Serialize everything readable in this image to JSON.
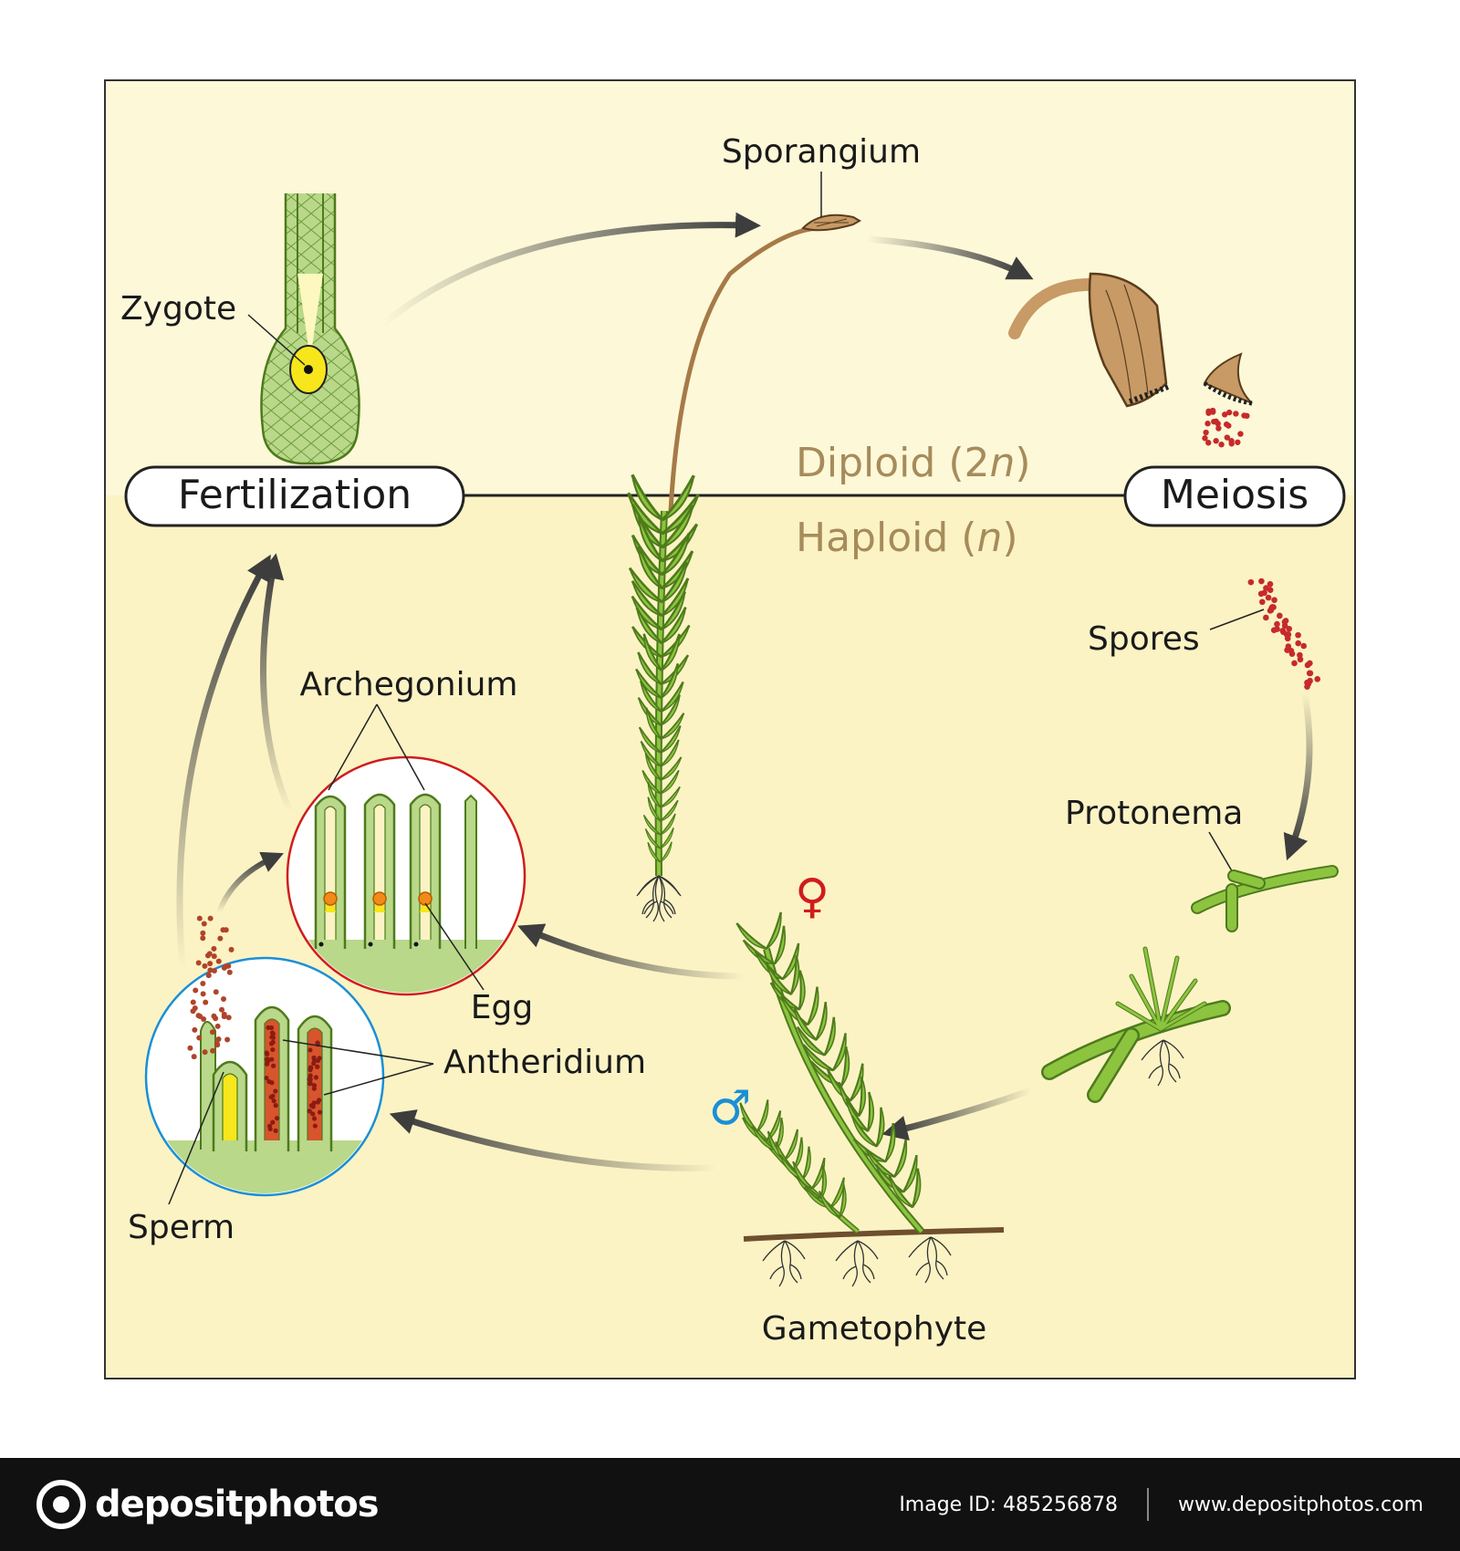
{
  "labels": {
    "sporangium": "Sporangium",
    "zygote": "Zygote",
    "fertilization": "Fertilization",
    "meiosis": "Meiosis",
    "diploid_prefix": "Diploid (2",
    "diploid_n": "n",
    "diploid_suffix": ")",
    "haploid_prefix": "Haploid (",
    "haploid_n": "n",
    "haploid_suffix": ")",
    "spores": "Spores",
    "protonema": "Protonema",
    "archegonium": "Archegonium",
    "egg": "Egg",
    "antheridium": "Antheridium",
    "sperm": "Sperm",
    "gametophyte": "Gametophyte",
    "female_symbol": "♀",
    "male_symbol": "♂"
  },
  "footer": {
    "logo": "depositphotos",
    "image_id": "Image ID: 485256878",
    "site": "www.depositphotos.com"
  },
  "colors": {
    "diploid_bg": "#fdf8d8",
    "haploid_bg": "#fbf3c4",
    "moss_green": "#8cc43f",
    "spore_red": "#c62a2a",
    "capsule_brown": "#c79a66",
    "female_red": "#d01c1c",
    "male_blue": "#1a8fd6",
    "ploidy_text": "#a68b5b"
  }
}
